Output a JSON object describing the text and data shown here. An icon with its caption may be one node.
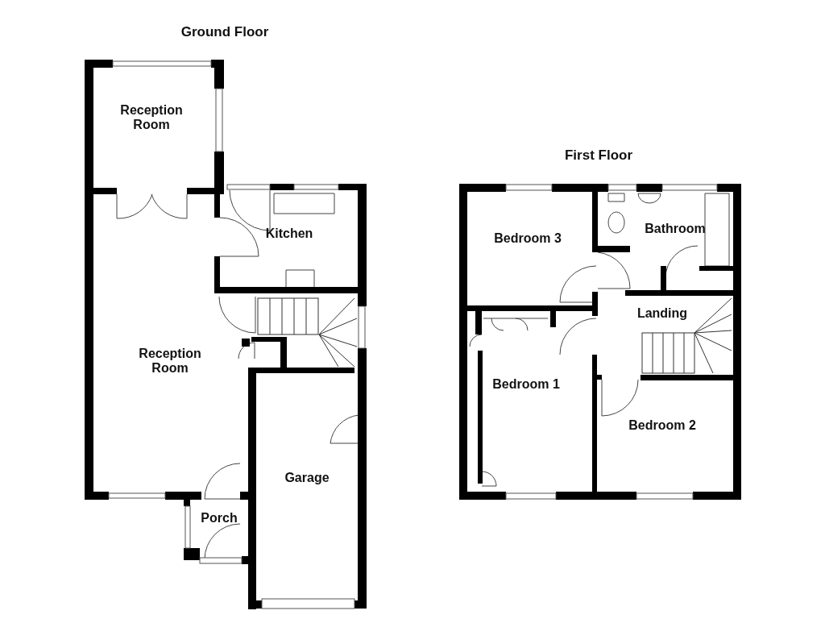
{
  "diagram": {
    "labels": [
      "Ground Floor",
      "Reception Room",
      "Kitchen",
      "Reception Room",
      "Garage",
      "Porch",
      "First Floor",
      "Bedroom 3",
      "Bathroom",
      "Landing",
      "Bedroom 1",
      "Bedroom 2"
    ]
  }
}
